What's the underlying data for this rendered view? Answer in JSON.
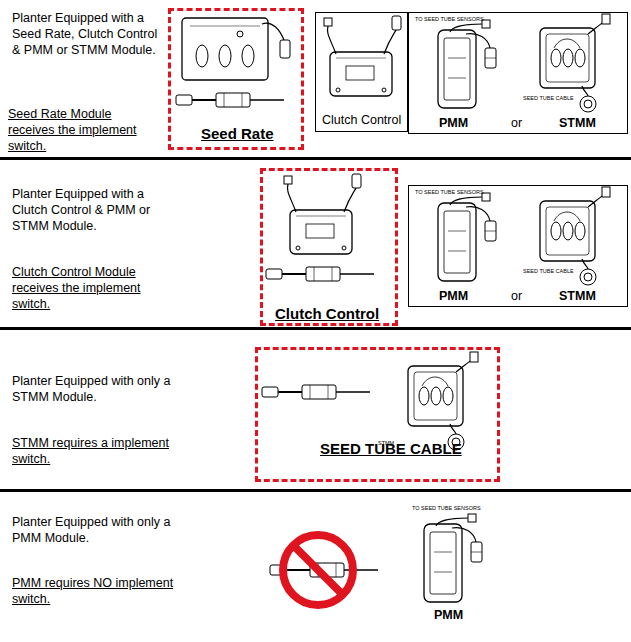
{
  "diagram": {
    "nodes": [
      {
        "text": [
          "Seed Rate"
        ]
      },
      {
        "text": [
          "Clutch Control"
        ]
      },
      {
        "text": [
          "TO SEED TUBE SENSORS",
          "PMM",
          "or",
          "SEED TUBE CABLE",
          "STMM"
        ]
      },
      {
        "text": [
          "Clutch Control"
        ]
      },
      {
        "text": [
          "TO SEED TUBE SENSORS",
          "PMM",
          "or",
          "SEED TUBE CABLE",
          "STMM"
        ]
      },
      {
        "text": [
          "SEED TUBE CABLE",
          "STMM"
        ]
      }
    ],
    "labels": [
      "Planter Equipped with a Seed Rate, Clutch Control & PMM or STMM Module.",
      "Seed Rate Module receives the implement switch.",
      "Planter Equipped with a Clutch Control & PMM or STMM Module.",
      "Clutch Control Module receives the implement switch.",
      "Planter Equipped with only a STMM Module.",
      "STMM requires a implement switch.",
      "Planter Equipped with only a PMM Module.",
      "PMM requires NO implement switch.",
      "TO SEED TUBE SENSORS",
      "PMM"
    ]
  }
}
